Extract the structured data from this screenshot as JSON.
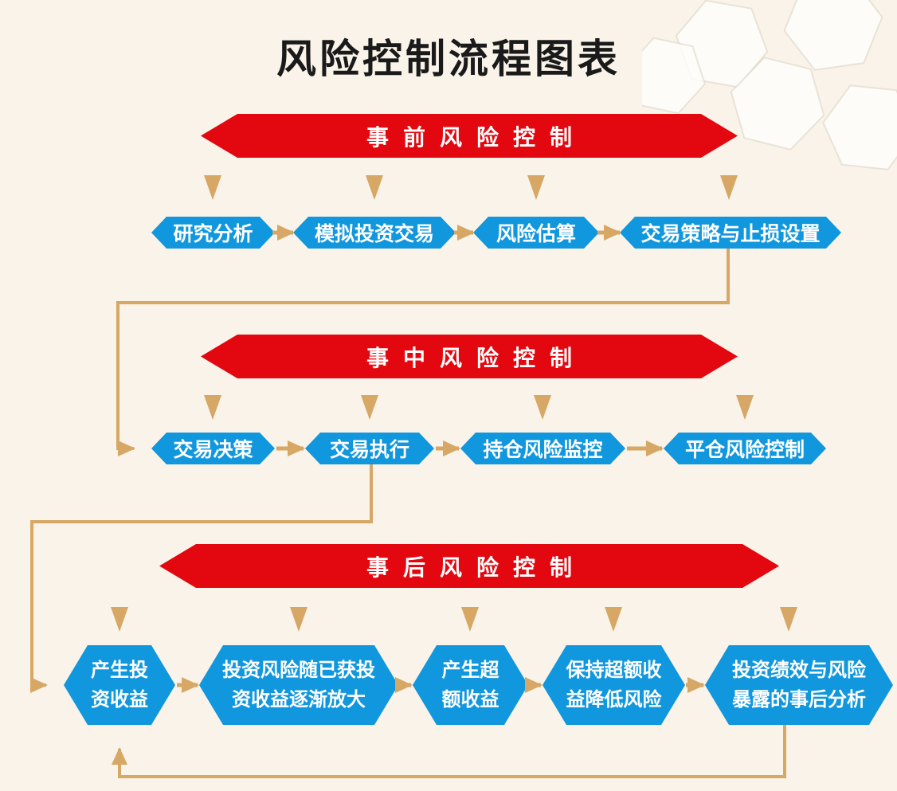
{
  "title": "风险控制流程图表",
  "colors": {
    "background": "#faf3e9",
    "banner_red": "#e3070f",
    "step_blue": "#1197dd",
    "arrow_tan": "#d6a765",
    "banner_text": "#ffffff",
    "title_text": "#1a1a1a"
  },
  "sections": [
    {
      "banner": "事前风险控制",
      "steps": [
        {
          "label": "研究分析"
        },
        {
          "label": "模拟投资交易"
        },
        {
          "label": "风险估算"
        },
        {
          "label": "交易策略与止损设置"
        }
      ]
    },
    {
      "banner": "事中风险控制",
      "steps": [
        {
          "label": "交易决策"
        },
        {
          "label": "交易执行"
        },
        {
          "label": "持仓风险监控"
        },
        {
          "label": "平仓风险控制"
        }
      ]
    },
    {
      "banner": "事后风险控制",
      "steps": [
        {
          "label": "产生投\n资收益"
        },
        {
          "label": "投资风险随已获投\n资收益逐渐放大"
        },
        {
          "label": "产生超\n额收益"
        },
        {
          "label": "保持超额收\n益降低风险"
        },
        {
          "label": "投资绩效与风险\n暴露的事后分析"
        }
      ]
    }
  ],
  "icons": {
    "down_arrow": "arrow-down-icon",
    "flow_arrow": "arrow-right-icon"
  }
}
